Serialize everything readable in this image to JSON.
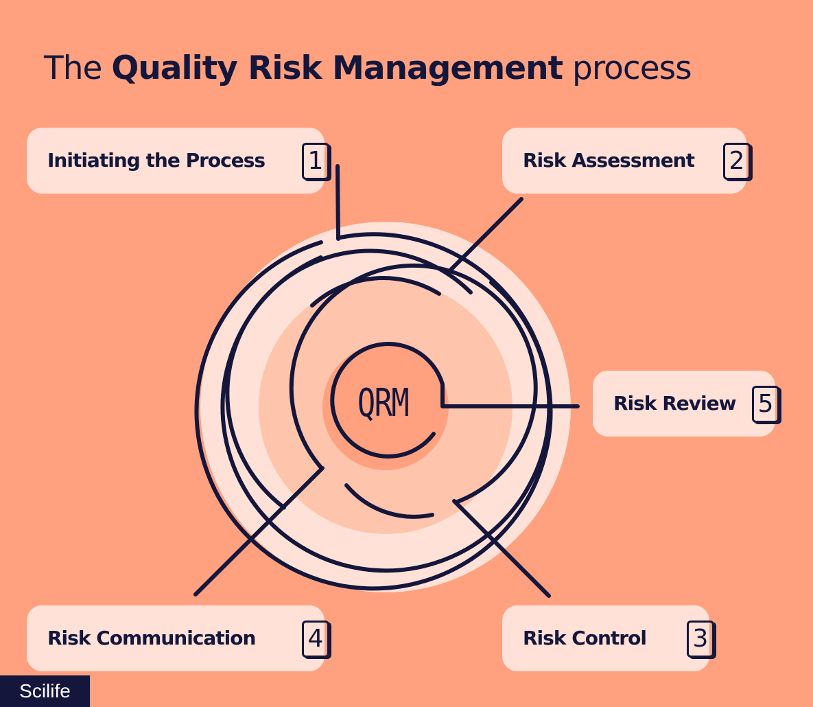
{
  "title": {
    "prefix": "The",
    "emphasis": "Quality Risk Management",
    "suffix": "process"
  },
  "center_label": "QRM",
  "steps": [
    {
      "label": "Initiating the Process",
      "number": "1"
    },
    {
      "label": "Risk Assessment",
      "number": "2"
    },
    {
      "label": "Risk Control",
      "number": "3"
    },
    {
      "label": "Risk Communication",
      "number": "4"
    },
    {
      "label": "Risk Review",
      "number": "5"
    }
  ],
  "brand": "Scilife",
  "colors": {
    "background": "#FFA07F",
    "card": "#FFE1D7",
    "ink": "#14163C",
    "disc_outer": "#FFE1D7",
    "disc_inner": "#FFC4AC"
  }
}
